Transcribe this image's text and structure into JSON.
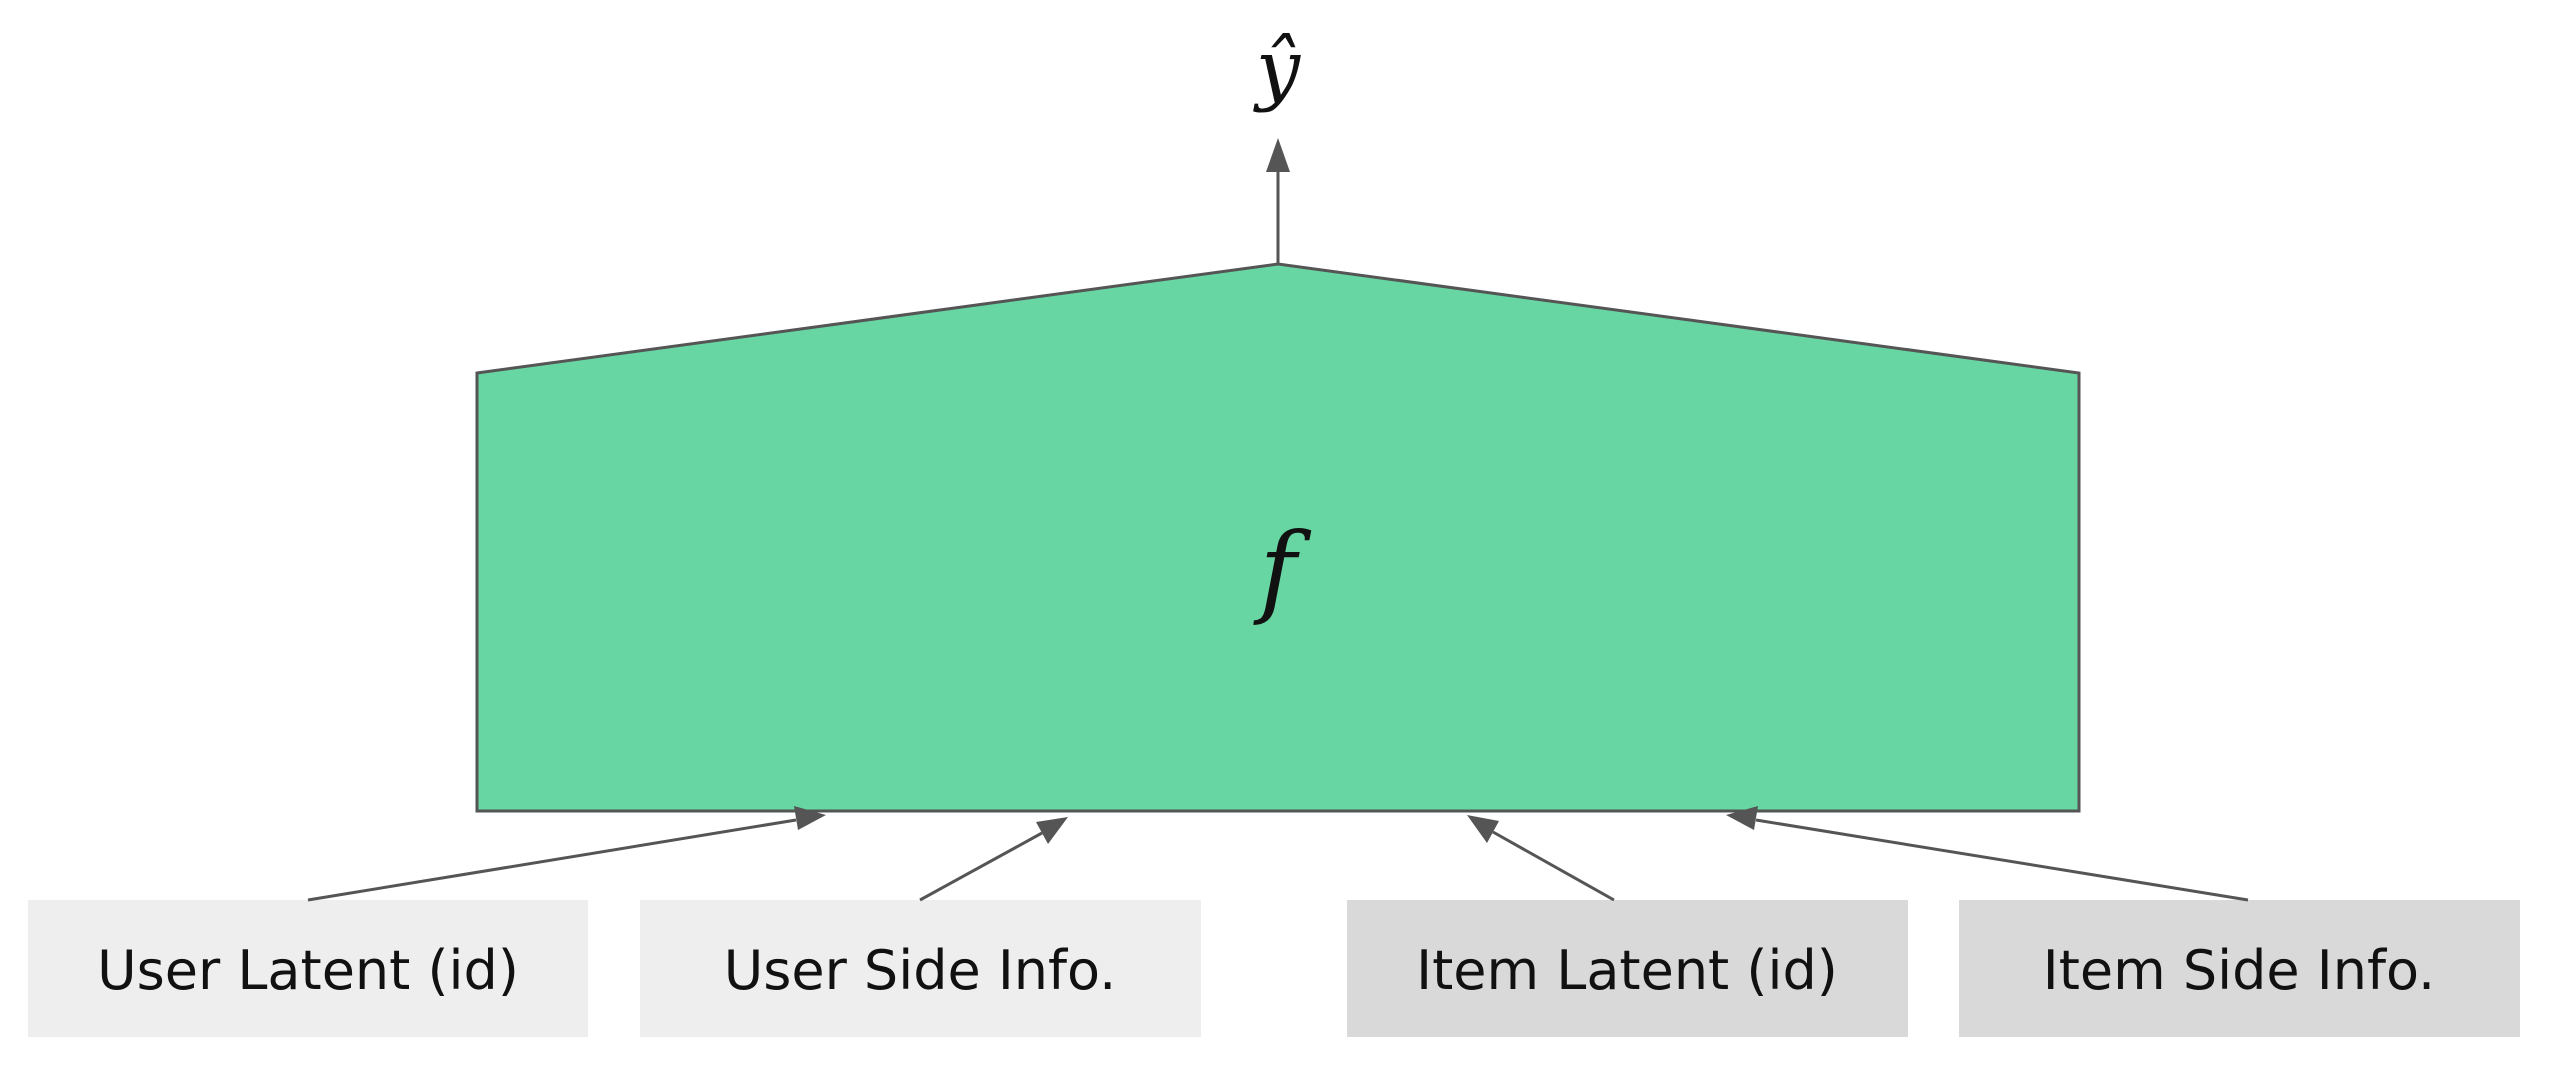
{
  "diagram": {
    "output_label": "ŷ",
    "model_label": "f",
    "inputs": [
      {
        "label": "User Latent (id)",
        "group": "user"
      },
      {
        "label": "User Side Info.",
        "group": "user"
      },
      {
        "label": "Item Latent (id)",
        "group": "item"
      },
      {
        "label": "Item Side Info.",
        "group": "item"
      }
    ],
    "colors": {
      "model_fill": "#67d6a3",
      "user_box": "#eeeeee",
      "item_box": "#d9d9d9",
      "arrow": "#555555"
    }
  }
}
